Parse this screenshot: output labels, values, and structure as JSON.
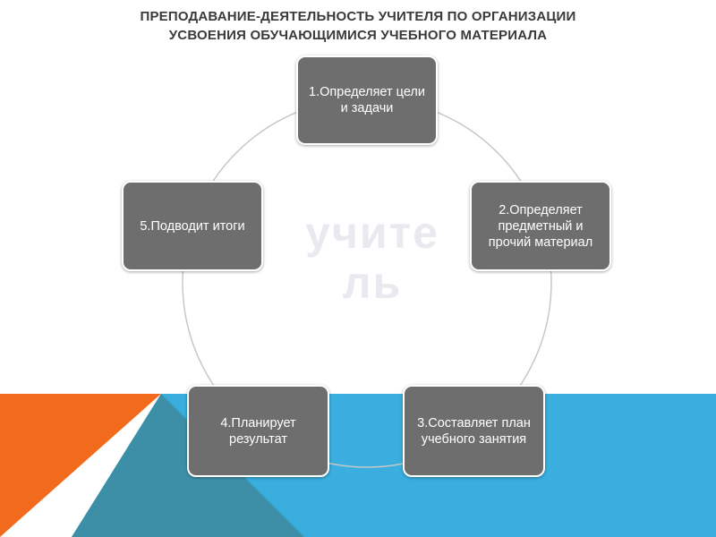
{
  "title": {
    "line1": "ПРЕПОДАВАНИЕ-ДЕЯТЕЛЬНОСТЬ УЧИТЕЛЯ ПО ОРГАНИЗАЦИИ",
    "line2": "УСВОЕНИЯ ОБУЧАЮЩИМИСЯ  УЧЕБНОГО МАТЕРИАЛА"
  },
  "center": {
    "line1": "учите",
    "line2": "ль"
  },
  "steps": [
    {
      "label": "1.Определяет цели и задачи"
    },
    {
      "label": "2.Определяет предметный и прочий материал"
    },
    {
      "label": "3.Составляет план учебного занятия"
    },
    {
      "label": "4.Планирует результат"
    },
    {
      "label": "5.Подводит итоги"
    }
  ],
  "colors": {
    "box_fill": "#6e6e6e",
    "box_text": "#ffffff",
    "title_text": "#3a3a3a",
    "center_text": "#e9e9f0",
    "orange": "#f26b1d",
    "teal": "#3d8fa8",
    "light_blue": "#3aaedf",
    "circle_line": "#c8c8c8"
  }
}
